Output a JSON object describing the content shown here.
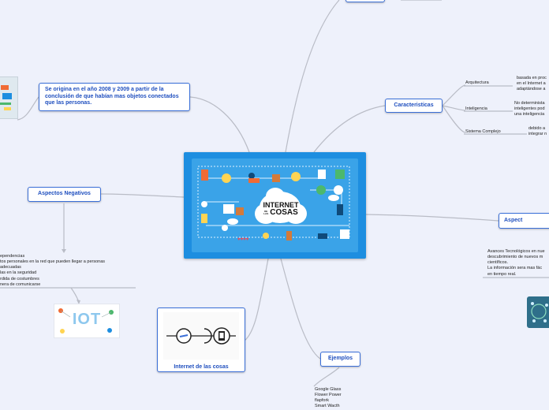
{
  "central": {
    "title_line1": "INTERNET",
    "title_mid": "DE LAS",
    "title_line2": "COSAS"
  },
  "nodes": {
    "origin": "Se origina en el año 2008 y 2009 a partir de la conclusión de que habían mas objetos conectados que las personas.",
    "caracteristicas": "Caracteristicas",
    "negativos": "Aspectos Negativos",
    "positivos": "Aspect",
    "internet": "Internet de las cosas",
    "ejemplos": "Ejemplos"
  },
  "caracteristicas_items": [
    {
      "label": "Arquitectura",
      "desc": [
        "basada en proc",
        "en el Internet a",
        "adaptándose a"
      ]
    },
    {
      "label": "Inteligencia",
      "desc": [
        "No determinista",
        "inteligentes pod",
        "una inteligencia"
      ]
    },
    {
      "label": "Sistema Complejo",
      "desc": [
        "debido a",
        "integrar n"
      ]
    }
  ],
  "negativos_items": [
    "ependencias",
    "tos personales en la red que pueden llegar a personas",
    "adecuadas",
    "las en la seguridad",
    "rdida de costumbres",
    "nera de comunicarse"
  ],
  "positivos_items": [
    "Avances Tecnológicos en nue",
    "descubrimiento de nuevos m",
    "científicos.",
    "La información sera mas fác",
    "en tiempo real."
  ],
  "ejemplos_items": [
    "Google Glass",
    "Flower Power",
    "flapfork",
    "Smart Wacth"
  ],
  "images": {
    "iot_label": "IOT"
  },
  "colors": {
    "link": "#b9bcc6",
    "node_border": "#3a6fd8",
    "node_text": "#1f4fbf",
    "central": "#1d8ee0"
  }
}
